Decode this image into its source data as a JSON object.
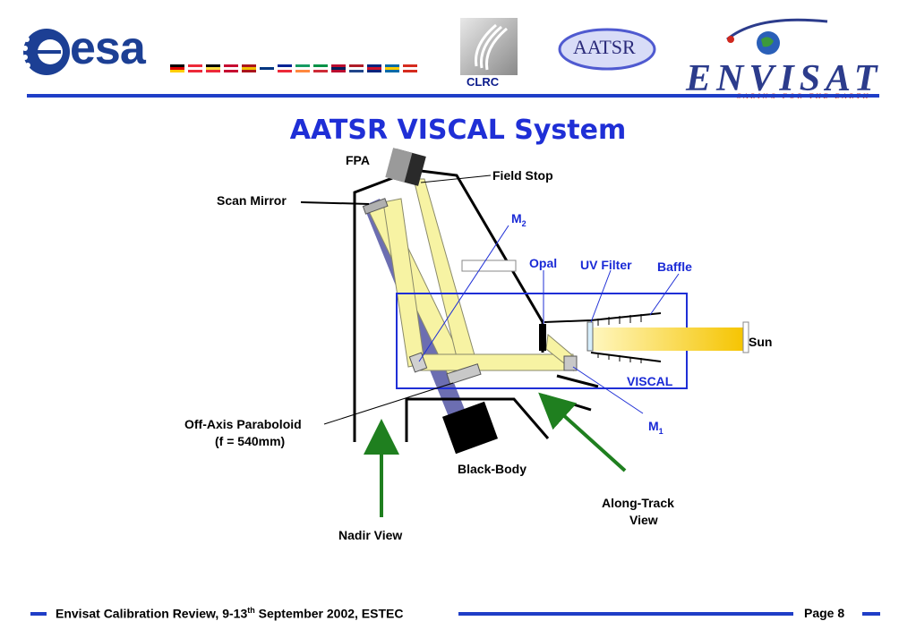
{
  "header": {
    "esa_logo_text": "esa",
    "clrc_logo_text": "CLRC",
    "aatsr_logo_text": "AATSR",
    "envisat_logo_text": "ENVISAT",
    "envisat_tagline": "CARING FOR THE EARTH",
    "flag_colors": [
      [
        "#000000",
        "#dd0000",
        "#ffce00"
      ],
      [
        "#ed2939",
        "#ffffff",
        "#ed2939"
      ],
      [
        "#000000",
        "#fae042",
        "#ed2939"
      ],
      [
        "#c60c30",
        "#ffffff",
        "#c60c30"
      ],
      [
        "#aa151b",
        "#f1bf00",
        "#aa151b"
      ],
      [
        "#ffffff",
        "#003580",
        "#ffffff"
      ],
      [
        "#002395",
        "#ffffff",
        "#ed2939"
      ],
      [
        "#169b62",
        "#ffffff",
        "#ff883e"
      ],
      [
        "#009246",
        "#ffffff",
        "#ce2b37"
      ],
      [
        "#ba0c2f",
        "#00205b",
        "#ba0c2f"
      ],
      [
        "#ae1c28",
        "#ffffff",
        "#21468b"
      ],
      [
        "#00247d",
        "#cf142b",
        "#00247d"
      ],
      [
        "#006aa7",
        "#fecc00",
        "#006aa7"
      ],
      [
        "#d52b1e",
        "#ffffff",
        "#d52b1e"
      ]
    ]
  },
  "title": "AATSR VISCAL System",
  "diagram": {
    "labels": {
      "fpa": "FPA",
      "field_stop": "Field Stop",
      "scan_mirror": "Scan Mirror",
      "m2_base": "M",
      "m2_sub": "2",
      "opal": "Opal",
      "uv_filter": "UV Filter",
      "baffle": "Baffle",
      "sun": "Sun",
      "viscal": "VISCAL",
      "m1_base": "M",
      "m1_sub": "1",
      "off_axis_1": "Off-Axis Paraboloid",
      "off_axis_2": "(f = 540mm)",
      "black_body": "Black-Body",
      "along_track_1": "Along-Track",
      "along_track_2": "View",
      "nadir_view": "Nadir View"
    },
    "colors": {
      "beam": "#f7f3a3",
      "beam_stroke": "#8a8a6a",
      "nadir_beam": "#5c5ea8",
      "viscal_box": "#1f2fd6",
      "arrow": "#1f7f1f",
      "sun_beam_start": "#fff7c0",
      "sun_beam_end": "#f5c400"
    }
  },
  "footer": {
    "text_before_sup": "Envisat Calibration Review, 9-13",
    "sup": "th",
    "text_after_sup": " September 2002,  ESTEC",
    "page": "Page 8",
    "rule_color": "#1f3ec7"
  }
}
